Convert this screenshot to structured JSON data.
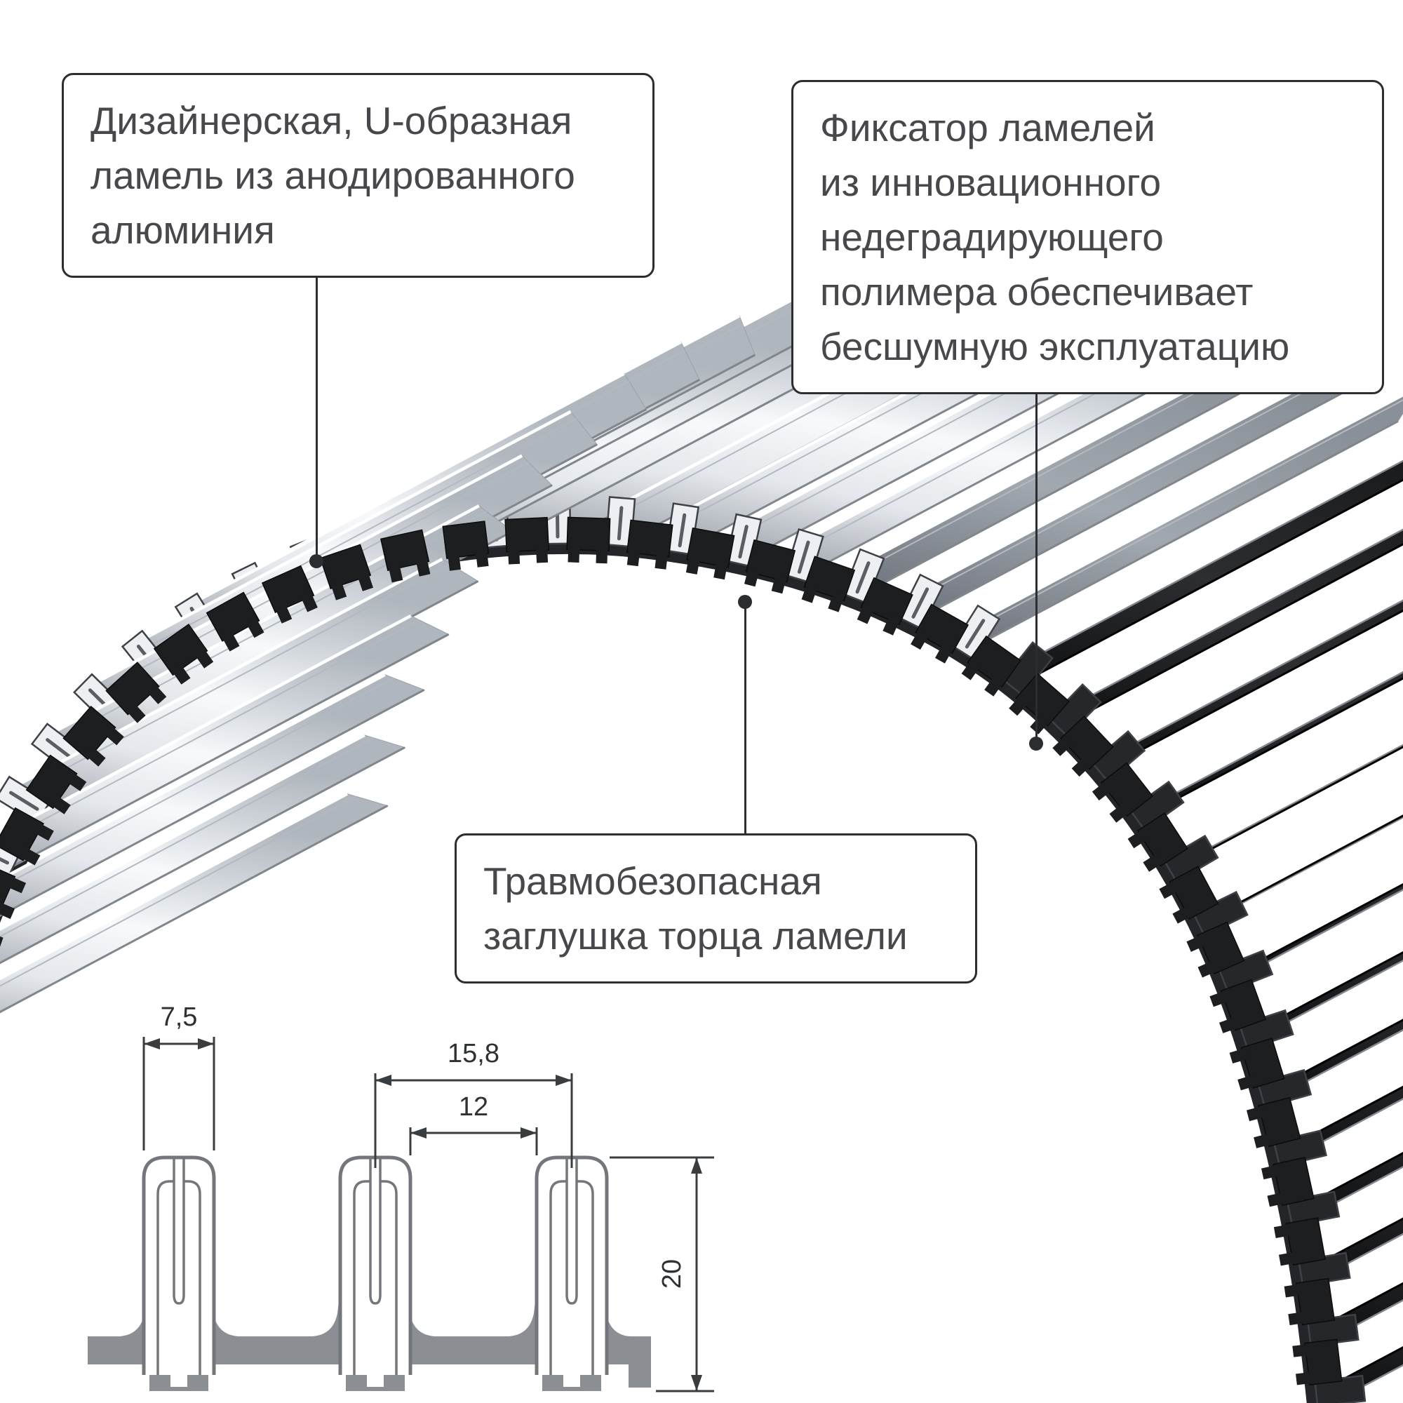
{
  "callouts": {
    "lamella": {
      "text": "Дизайнерская, U-образная\nламель из анодированного\nалюминия"
    },
    "fixator": {
      "text": "Фиксатор ламелей\nиз инновационного\nнедеградирующего\nполимера обеспечивает\nбесшумную эксплуатацию"
    },
    "endcap": {
      "text": "Травмобезопасная\nзаглушка торца ламели"
    }
  },
  "dimensions": {
    "lamella_width_mm": "7,5",
    "pitch_mm": "15,8",
    "gap_mm": "12",
    "height_mm": "20"
  },
  "colors": {
    "outline": "#2b2d30",
    "dim": "#3a3d40",
    "base": "#8b8f93",
    "band": "#232528",
    "metal_bright": "#f7f9fb",
    "metal_shadow": "#9ba1a9",
    "polymer_dark": "#1c1e20"
  }
}
